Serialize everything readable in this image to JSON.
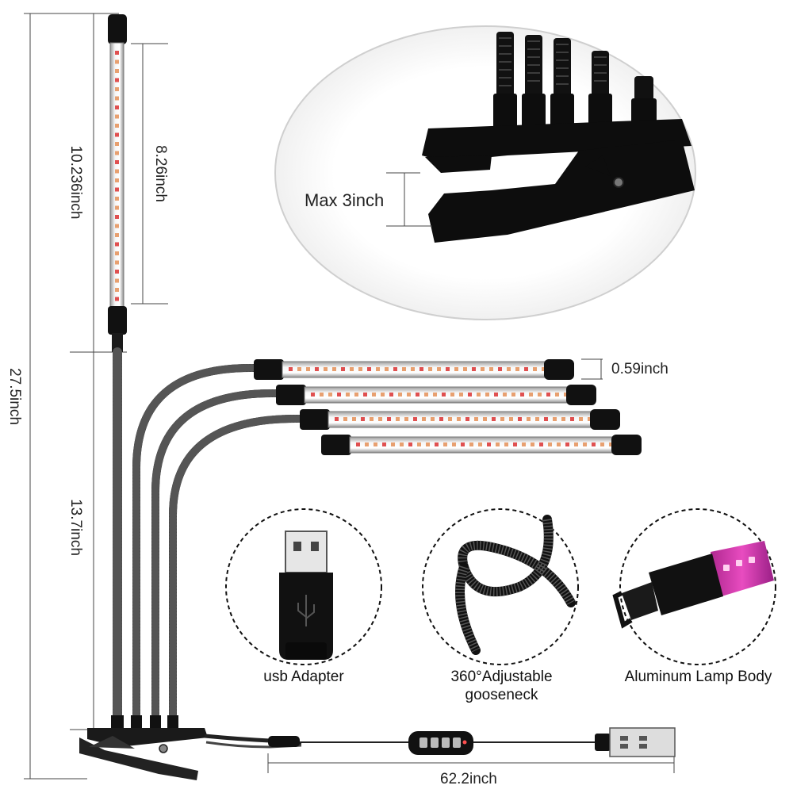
{
  "dimensions": {
    "total_height": "27.5inch",
    "upper_section": "10.236inch",
    "lamp_bar_length": "8.26inch",
    "gooseneck_section": "13.7inch",
    "bar_diameter": "0.59inch",
    "cable_length": "62.2inch"
  },
  "clip": {
    "opening": "Max 3inch"
  },
  "features": [
    {
      "label": "usb Adapter"
    },
    {
      "label": "360°Adjustable gooseneck"
    },
    {
      "label": "Aluminum Lamp Body"
    }
  ],
  "colors": {
    "ink": "#111111",
    "led_warm": "#e8a070",
    "led_red": "#e05050",
    "pink_body": "#e040a0"
  }
}
